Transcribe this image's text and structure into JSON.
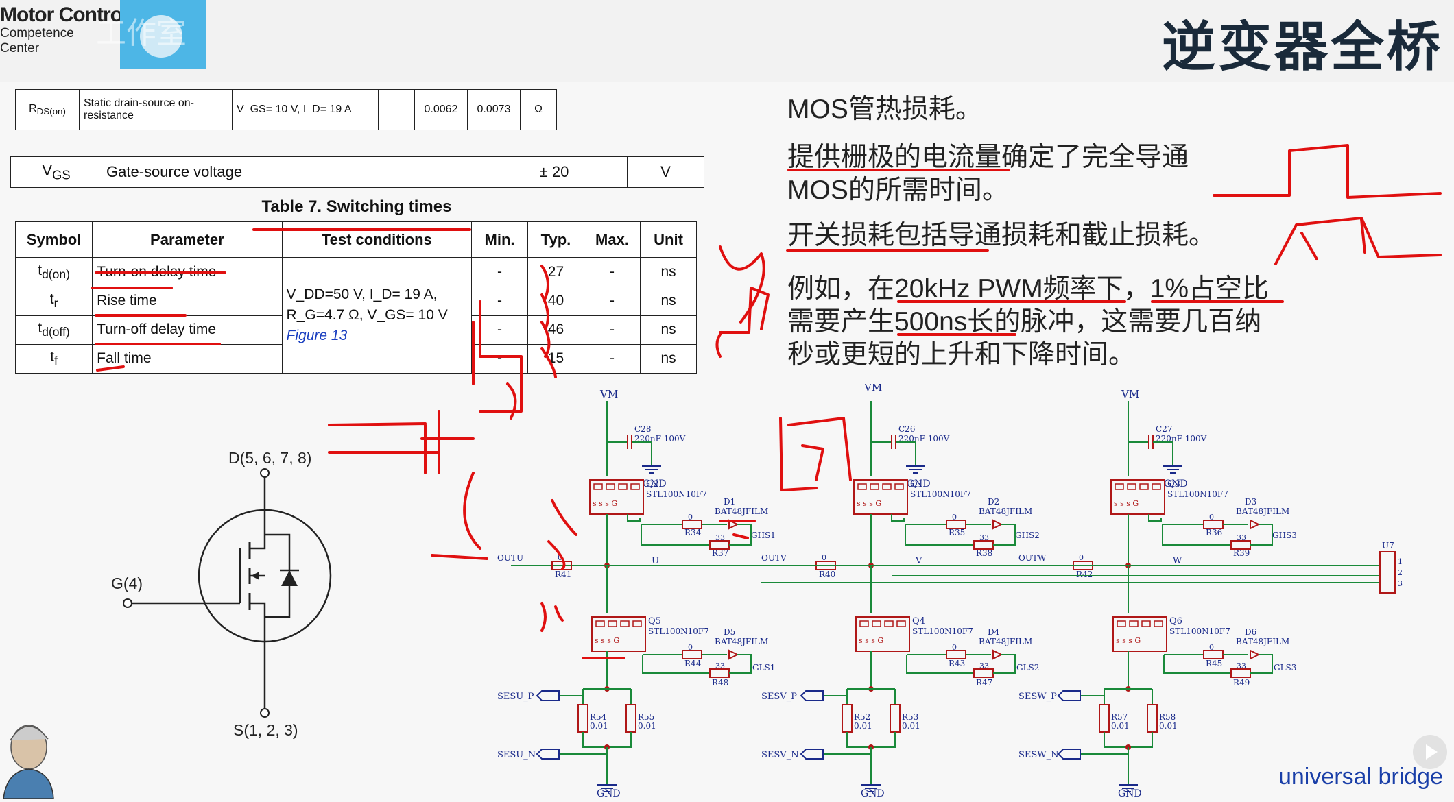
{
  "header": {
    "logo_line1": "Motor Control",
    "logo_line2": "Competence",
    "logo_line3": "Center",
    "watermark": "工作室",
    "title": "逆变器全桥"
  },
  "rds_row": {
    "symbol": "R",
    "symbol_sub": "DS(on)",
    "parameter": "Static drain-source on-resistance",
    "conditions": "V_GS= 10 V, I_D= 19 A",
    "min": "",
    "typ": "0.0062",
    "max": "0.0073",
    "unit": "Ω"
  },
  "vgs_row": {
    "symbol": "V",
    "symbol_sub": "GS",
    "parameter": "Gate-source voltage",
    "value": "± 20",
    "unit": "V"
  },
  "table7": {
    "title": "Table 7. Switching times",
    "headers": [
      "Symbol",
      "Parameter",
      "Test conditions",
      "Min.",
      "Typ.",
      "Max.",
      "Unit"
    ],
    "conditions_line1": "V_DD=50 V, I_D= 19 A,",
    "conditions_line2": "R_G=4.7 Ω, V_GS= 10 V",
    "conditions_fig": "Figure 13",
    "rows": [
      {
        "symbol": "t",
        "sub": "d(on)",
        "parameter": "Turn-on delay time",
        "min": "-",
        "typ": "27",
        "max": "-",
        "unit": "ns"
      },
      {
        "symbol": "t",
        "sub": "r",
        "parameter": "Rise time",
        "min": "-",
        "typ": "40",
        "max": "-",
        "unit": "ns"
      },
      {
        "symbol": "t",
        "sub": "d(off)",
        "parameter": "Turn-off delay time",
        "min": "-",
        "typ": "46",
        "max": "-",
        "unit": "ns"
      },
      {
        "symbol": "t",
        "sub": "f",
        "parameter": "Fall time",
        "min": "-",
        "typ": "15",
        "max": "-",
        "unit": "ns"
      }
    ]
  },
  "notes": {
    "bullet1": "MOS管热损耗。",
    "bullet2_line1": "提供栅极的电流量确定了完全导通",
    "bullet2_line2": "MOS的所需时间。",
    "bullet3": "开关损耗包括导通损耗和截止损耗。",
    "bullet4_line1": "例如，在20kHz PWM频率下，1%占空比",
    "bullet4_line2": "需要产生500ns长的脉冲，这需要几百纳",
    "bullet4_line3": "秒或更短的上升和下降时间。"
  },
  "mosfet_symbol": {
    "drain": "D(5, 6, 7, 8)",
    "gate": "G(4)",
    "source": "S(1, 2, 3)"
  },
  "schematic": {
    "vm": "VM",
    "gnd": "GND",
    "legs": [
      {
        "cap": "C28",
        "cap_val": "220nF 100V",
        "q_hi": "Q2",
        "q_lo": "Q5",
        "part": "STL100N10F7",
        "d_hi": "D1",
        "d_lo": "D5",
        "diode": "BAT48JFILM",
        "r_hi_a": "R34",
        "r_hi_b": "R37",
        "r_lo_a": "R44",
        "r_lo_b": "R48",
        "gh": "GHS1",
        "gl": "GLS1",
        "out_in": "OUTU",
        "out_r": "R41",
        "node": "U",
        "se_p": "SESU_P",
        "se_n": "SESU_N",
        "rs1": "R54",
        "rs2": "R55",
        "rs_val": "0.01"
      },
      {
        "cap": "C26",
        "cap_val": "220nF 100V",
        "q_hi": "Q1",
        "q_lo": "Q4",
        "part": "STL100N10F7",
        "d_hi": "D2",
        "d_lo": "D4",
        "diode": "BAT48JFILM",
        "r_hi_a": "R35",
        "r_hi_b": "R38",
        "r_lo_a": "R43",
        "r_lo_b": "R47",
        "gh": "GHS2",
        "gl": "GLS2",
        "out_in": "OUTV",
        "out_r": "R40",
        "node": "V",
        "se_p": "SESV_P",
        "se_n": "SESV_N",
        "rs1": "R52",
        "rs2": "R53",
        "rs_val": "0.01"
      },
      {
        "cap": "C27",
        "cap_val": "220nF 100V",
        "q_hi": "Q3",
        "q_lo": "Q6",
        "part": "STL100N10F7",
        "d_hi": "D3",
        "d_lo": "D6",
        "diode": "BAT48JFILM",
        "r_hi_a": "R36",
        "r_hi_b": "R39",
        "r_lo_a": "R45",
        "r_lo_b": "R49",
        "gh": "GHS3",
        "gl": "GLS3",
        "out_in": "OUTW",
        "out_r": "R42",
        "node": "W",
        "se_p": "SESW_P",
        "se_n": "SESW_N",
        "rs1": "R57",
        "rs2": "R58",
        "rs_val": "0.01"
      }
    ],
    "gate_r_val": "0",
    "gate_r2_val": "33",
    "connector": "U7",
    "connector_pins": [
      "1",
      "2",
      "3"
    ]
  },
  "footer": {
    "caption": "universal bridge"
  },
  "annotation_color": "#e01010"
}
